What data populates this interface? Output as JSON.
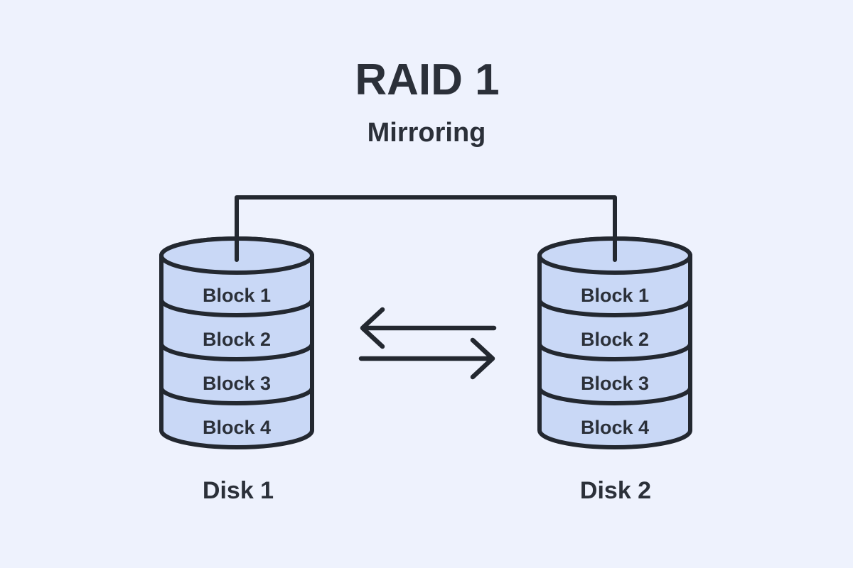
{
  "title": "RAID 1",
  "subtitle": "Mirroring",
  "disks": [
    {
      "label": "Disk 1",
      "blocks": [
        "Block 1",
        "Block 2",
        "Block 3",
        "Block 4"
      ]
    },
    {
      "label": "Disk 2",
      "blocks": [
        "Block 1",
        "Block 2",
        "Block 3",
        "Block 4"
      ]
    }
  ],
  "icons": {
    "sync_arrow_left": "arrow-pointing-left",
    "sync_arrow_right": "arrow-pointing-right"
  },
  "colors": {
    "background": "#eef2fd",
    "disk_fill": "#c9d8f6",
    "outline": "#232830",
    "text": "#2b3039"
  }
}
